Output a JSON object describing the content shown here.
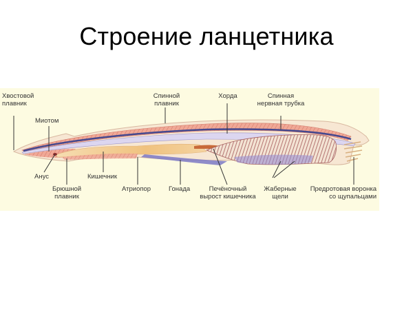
{
  "slide": {
    "title": "Строение ланцетника"
  },
  "diagram": {
    "background": "#fdfbe1",
    "colors": {
      "body_outline": "#f6e6cf",
      "muscle": "#eea08f",
      "notochord": "#d9d4ef",
      "nerve_cord": "#4b4f9a",
      "gut": "#f2cf98",
      "gill_slits": "#b06a6a",
      "pharynx_blue": "#8c86d0"
    },
    "labels": {
      "tail_fin": {
        "line1": "Хвостовой",
        "line2": "плавник"
      },
      "myotome": {
        "line1": "Миотом"
      },
      "dorsal_fin": {
        "line1": "Спинной",
        "line2": "плавник"
      },
      "notochord": {
        "line1": "Хорда"
      },
      "nerve_cord": {
        "line1": "Спинная",
        "line2": "нервная трубка"
      },
      "anus": {
        "line1": "Анус"
      },
      "intestine": {
        "line1": "Кишечник"
      },
      "ventral_fin": {
        "line1": "Брюшной",
        "line2": "плавник"
      },
      "atriopore": {
        "line1": "Атриопор"
      },
      "gonad": {
        "line1": "Гонада"
      },
      "hepatic_caecum": {
        "line1": "Печёночный",
        "line2": "вырост кишечника"
      },
      "gill_slits": {
        "line1": "Жаберные",
        "line2": "щели"
      },
      "oral_hood": {
        "line1": "Предротовая воронка",
        "line2": "со щупальцами"
      }
    }
  }
}
